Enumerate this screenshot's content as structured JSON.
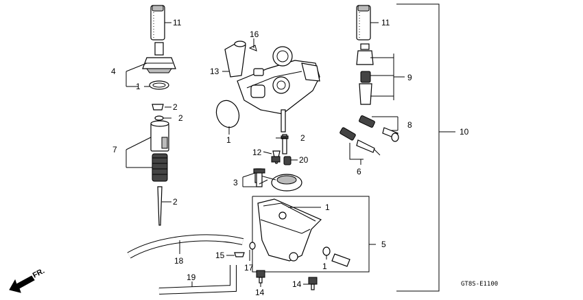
{
  "callouts": {
    "c11a": "11",
    "c4": "4",
    "c1a": "1",
    "c2a": "2",
    "c2b": "2",
    "c7": "7",
    "c2c": "2",
    "c16": "16",
    "c13": "13",
    "c1b": "1",
    "c2d": "2",
    "c12": "12",
    "c20": "20",
    "c3": "3",
    "c1c": "1",
    "c5": "5",
    "c1d": "1",
    "c18": "18",
    "c15": "15",
    "c17": "17",
    "c19": "19",
    "c14a": "14",
    "c14b": "14",
    "c11b": "11",
    "c9": "9",
    "c8": "8",
    "c6": "6",
    "c10": "10"
  },
  "direction_label": "FR.",
  "diagram_code": "GT8S-E1100"
}
